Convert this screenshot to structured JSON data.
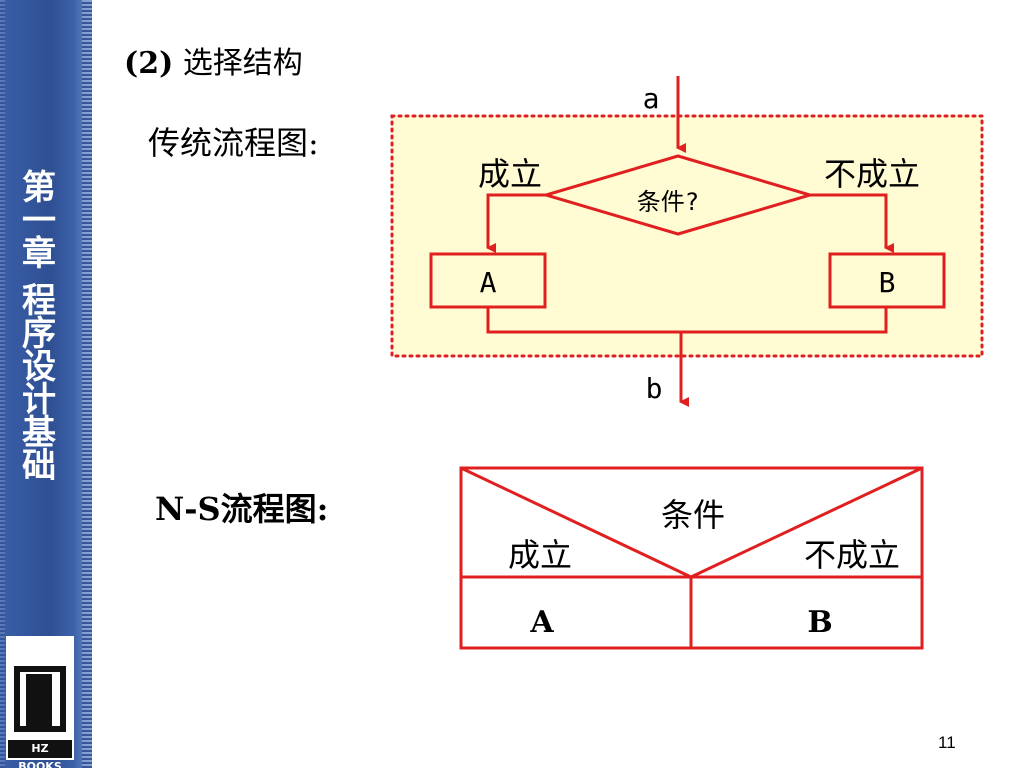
{
  "slide": {
    "heading_num": "(2)",
    "heading_text": "选择结构",
    "label_traditional": "传统流程图:",
    "label_ns": "N-S流程图:",
    "page_number": "11"
  },
  "sidebar": {
    "chapter_title": [
      "第",
      "一",
      "章",
      "",
      "程",
      "序",
      "设",
      "计",
      "基",
      "础"
    ],
    "logo_text": "HZ BOOKS"
  },
  "traditional_flowchart": {
    "entry_label": "a",
    "exit_label": "b",
    "condition": "条件?",
    "true_label": "成立",
    "false_label": "不成立",
    "branch_a": "A",
    "branch_b": "B"
  },
  "ns_chart": {
    "condition": "条件",
    "true_label": "成立",
    "false_label": "不成立",
    "branch_a": "A",
    "branch_b": "B"
  },
  "colors": {
    "sidebar_blue": "#2f4f93",
    "line_red": "#e02020",
    "box_fill": "#fffbd2"
  }
}
